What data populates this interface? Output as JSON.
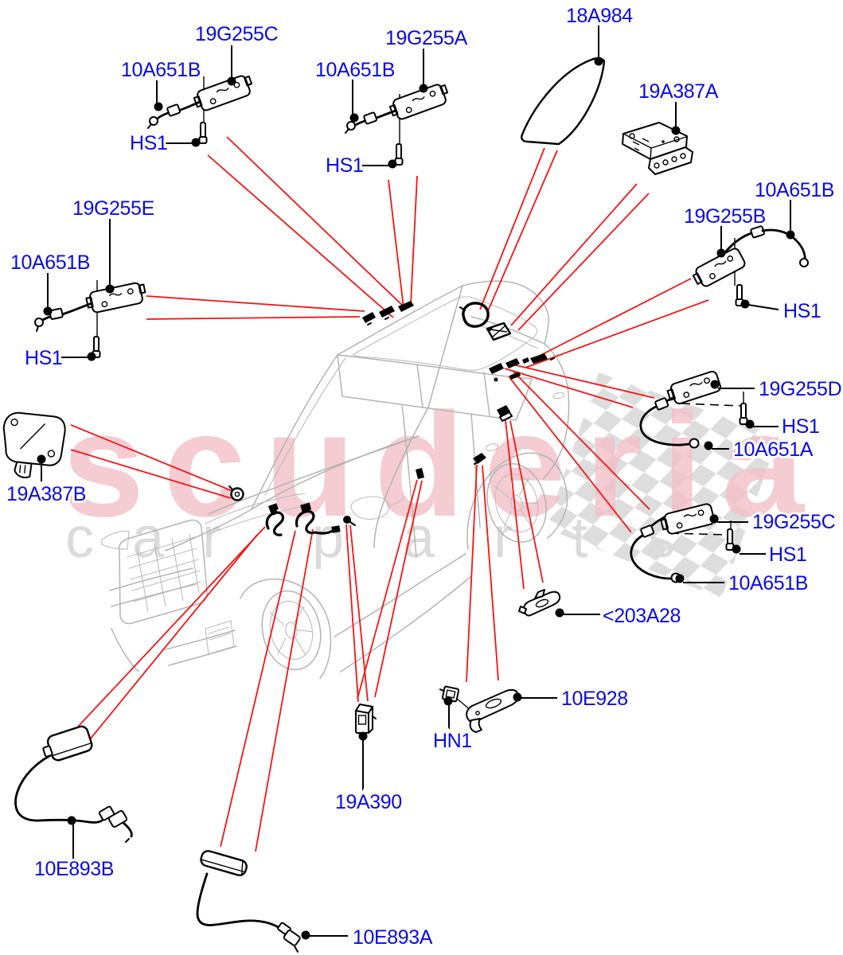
{
  "page": {
    "type": "vehicle-parts-exploded-diagram",
    "subject": "Aerial / antenna components on SUV body"
  },
  "watermark": {
    "title": "scuderia",
    "subtitle_left": "car",
    "subtitle_right": "parts"
  },
  "colors": {
    "label_blue": "#0a0ae6",
    "leader_red": "#f51414",
    "drawing_black": "#000000",
    "car_gray": "#b4b4b4",
    "checker_gray": "#d7d7d7",
    "watermark_pink": "#f2c0c7",
    "watermark_gray": "#dadada"
  },
  "labels": {
    "g255c_tl": "19G255C",
    "a651b_tl": "10A651B",
    "hs1_tl": "HS1",
    "g255a_tm": "19G255A",
    "a651b_tm": "10A651B",
    "hs1_tm": "HS1",
    "a984": "18A984",
    "a387a": "19A387A",
    "a651b_r": "10A651B",
    "g255b": "19G255B",
    "hs1_r": "HS1",
    "g255e": "19G255E",
    "a651b_l": "10A651B",
    "hs1_l": "HS1",
    "a387b": "19A387B",
    "g255d": "19G255D",
    "hs1_rd": "HS1",
    "a651a_rd": "10A651A",
    "g255c_r": "19G255C",
    "hs1_rc": "HS1",
    "a651b_rc": "10A651B",
    "a203a28": "<203A28",
    "e928": "10E928",
    "hn1": "HN1",
    "a390": "19A390",
    "e893b": "10E893B",
    "e893a": "10E893A"
  }
}
